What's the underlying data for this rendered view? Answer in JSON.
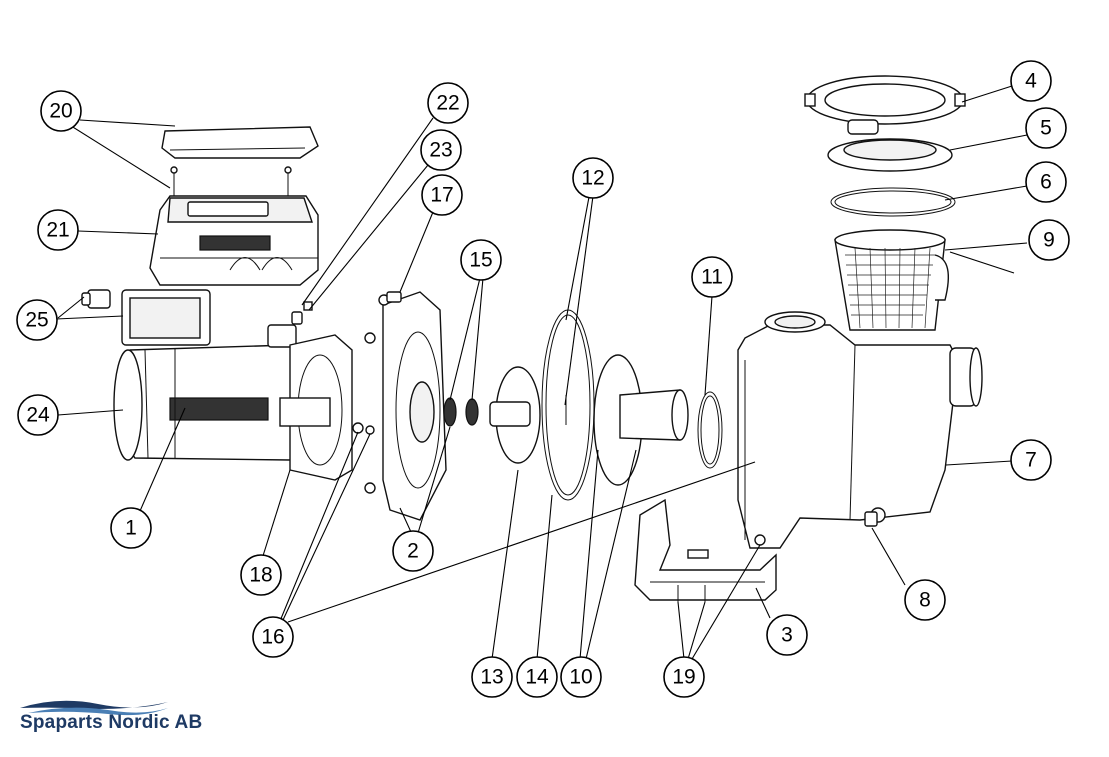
{
  "diagram": {
    "callouts": [
      "1",
      "2",
      "3",
      "4",
      "5",
      "6",
      "7",
      "8",
      "9",
      "10",
      "11",
      "12",
      "13",
      "14",
      "15",
      "16",
      "17",
      "18",
      "19",
      "20",
      "21",
      "22",
      "23",
      "24",
      "25"
    ]
  },
  "brand": {
    "name": "Spaparts Nordic AB",
    "color": "#1e3a64",
    "wave_colors": [
      "#1e3a64",
      "#4a7fb5"
    ]
  }
}
